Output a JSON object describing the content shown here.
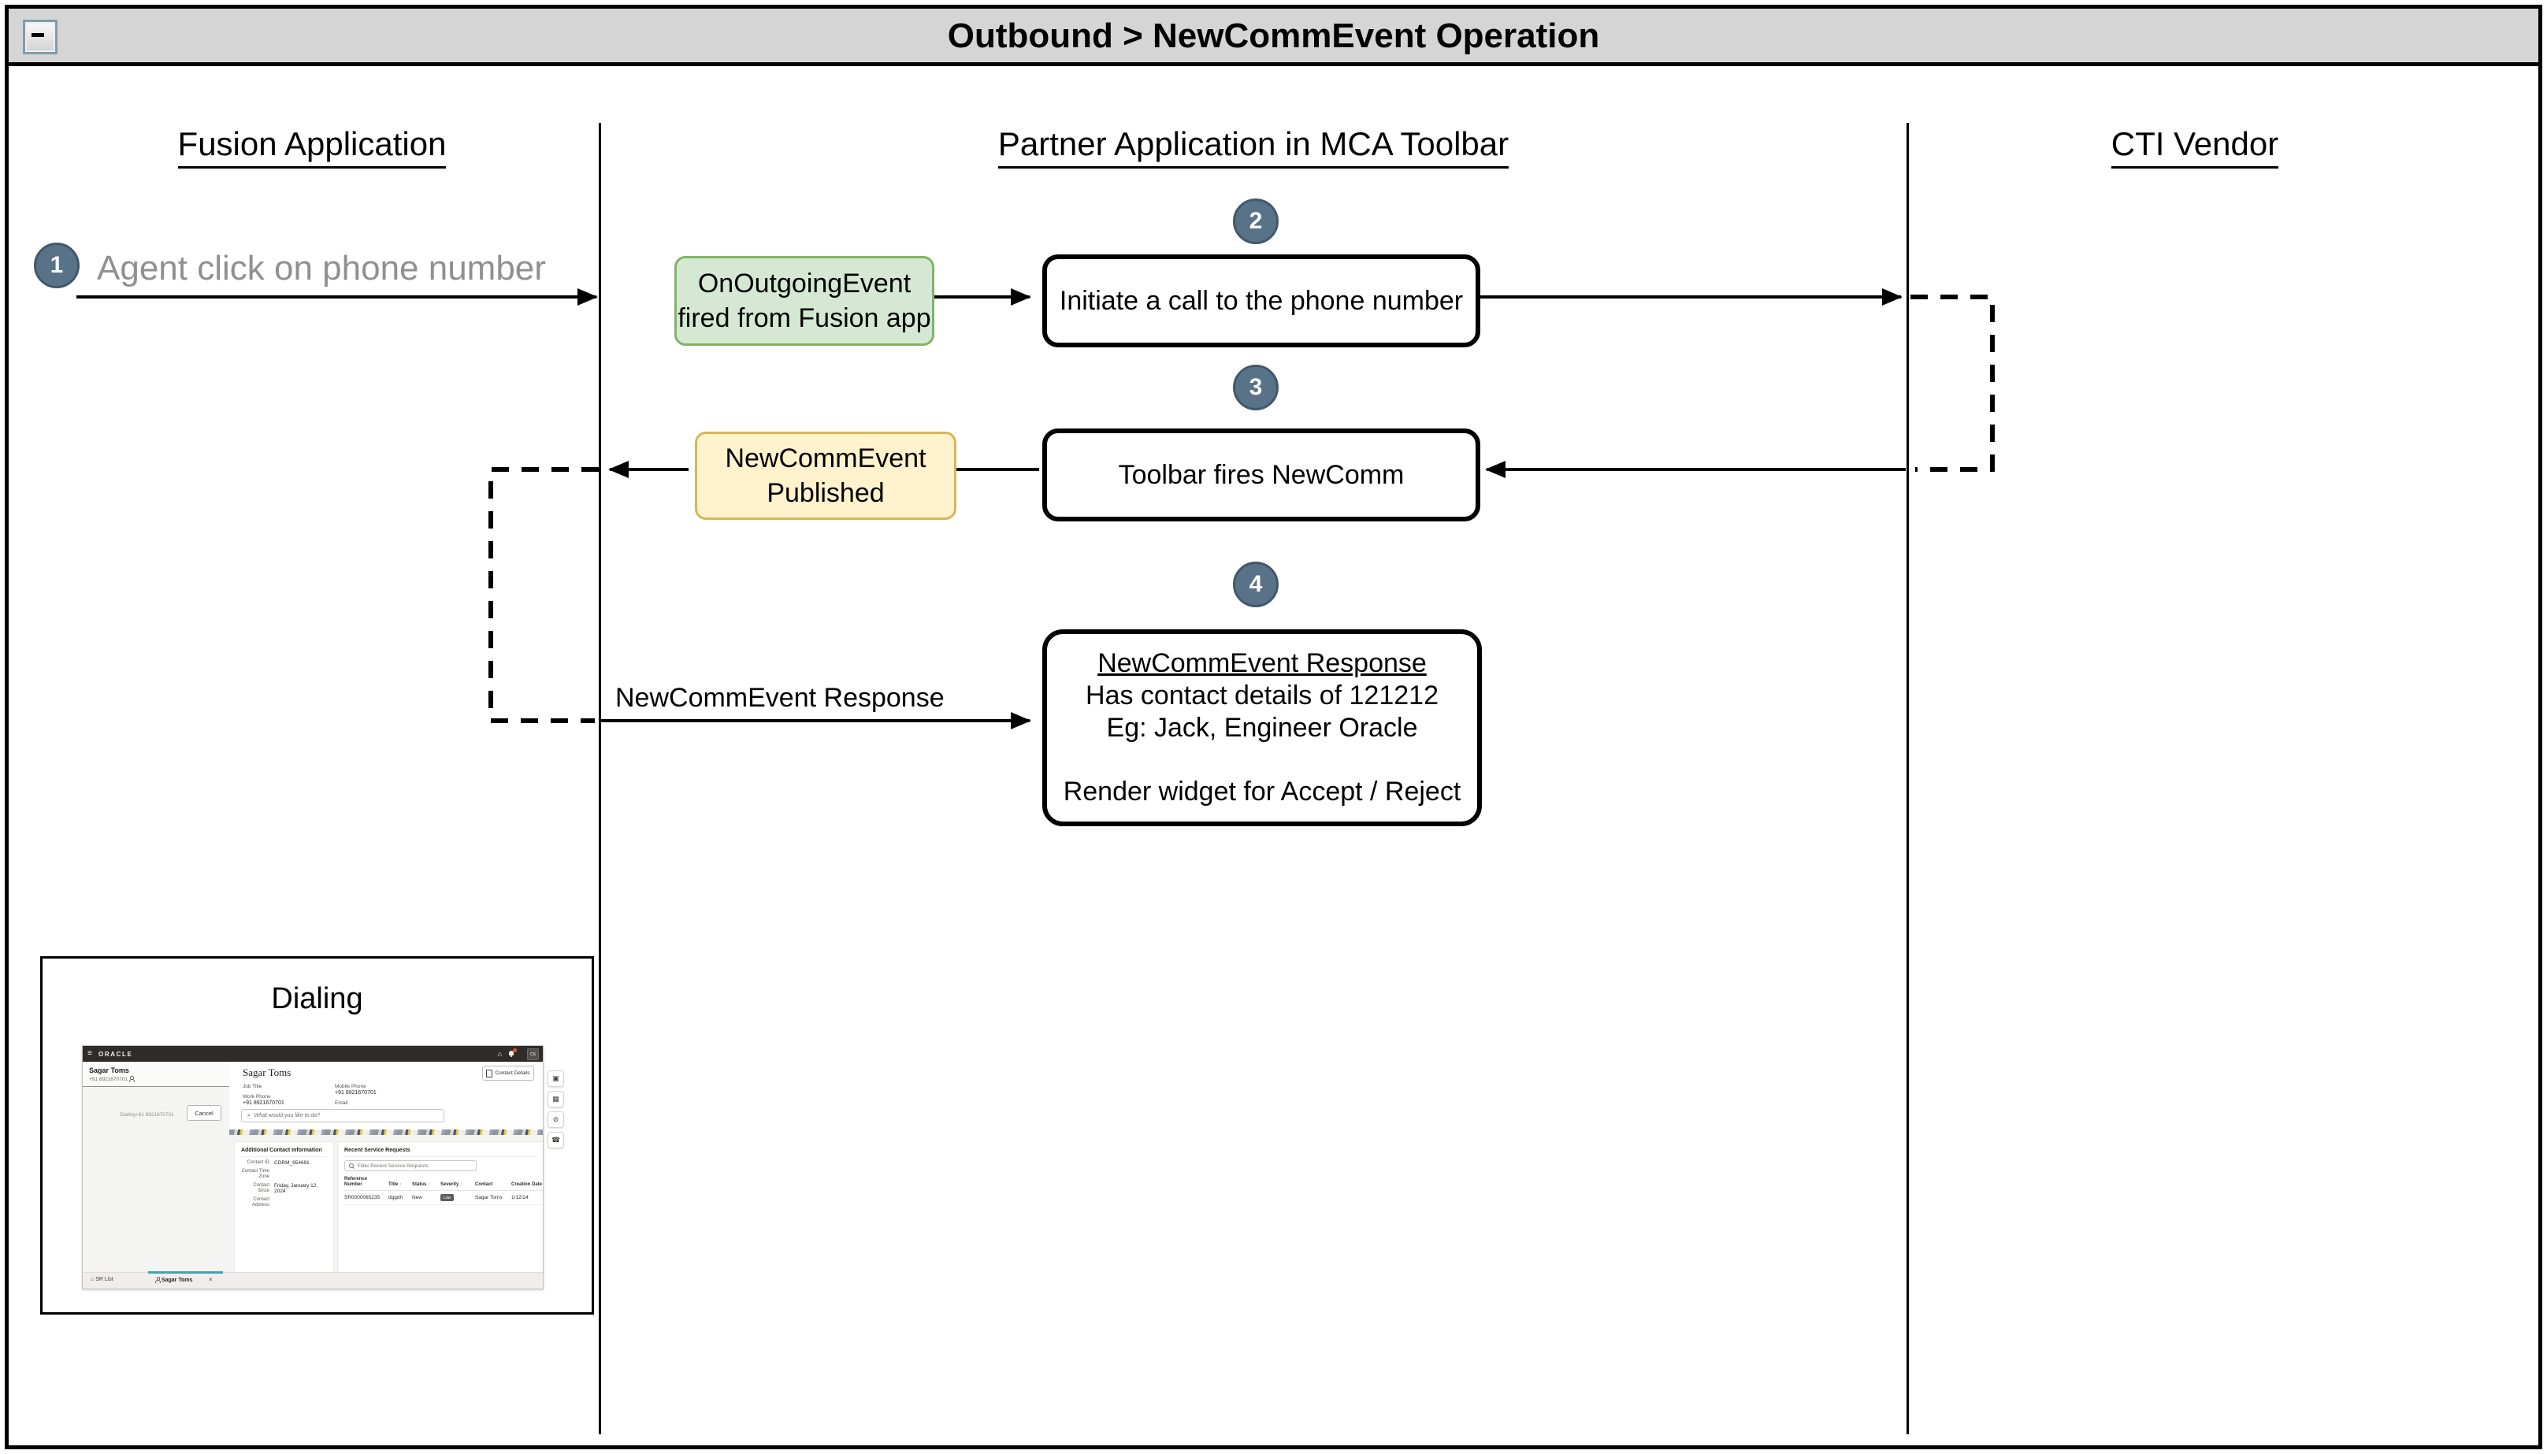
{
  "diagram": {
    "title": "Outbound > NewCommEvent Operation",
    "lanes": [
      "Fusion Application",
      "Partner Application in MCA Toolbar",
      "CTI Vendor"
    ],
    "steps": [
      "1",
      "2",
      "3",
      "4"
    ],
    "step1_text": "Agent click on phone number",
    "green_box": {
      "line1": "OnOutgoingEvent",
      "line2": "fired from Fusion app"
    },
    "box_initiate": "Initiate a call to the phone number",
    "box_toolbar": "Toolbar fires NewComm",
    "yellow_box": {
      "line1": "NewCommEvent",
      "line2": "Published"
    },
    "response_label": "NewCommEvent Response",
    "response_box": {
      "title": "NewCommEvent Response",
      "line1": "Has contact details of 121212",
      "line2": "Eg: Jack, Engineer Oracle",
      "line3": "Render widget for Accept / Reject"
    }
  },
  "colors": {
    "titlebar_bg": "#d5d5d5",
    "green_fill": "#d5e8d4",
    "green_border": "#82b366",
    "yellow_fill": "#fff2cc",
    "yellow_border": "#d6b656",
    "circle_fill": "#587288",
    "link_teal": "#3f7f91",
    "accent_teal": "#45a1b4",
    "notification_orange": "#e85c12",
    "badge_bg": "#5d5d5b"
  },
  "icons": {
    "collapse": "−",
    "hamburger": "≡",
    "home": "⌂",
    "close": "×",
    "sort": "↕",
    "assistant_chevron": ">",
    "contact_card": "▣",
    "grid": "▦",
    "block": "⊘",
    "phone": "☎"
  },
  "screenshot": {
    "caption": "Dialing",
    "topbar": {
      "brand": "ORACLE",
      "avatar": "CS"
    },
    "left_panel": {
      "name": "Sagar Toms",
      "phone": "+91 8921670701",
      "dialing_text": "Dialing+91 8921670701",
      "cancel_label": "Cancel"
    },
    "main": {
      "contact_name": "Sagar Toms",
      "contact_details_label": "Contact Details",
      "fields": {
        "job_title_label": "Job Title",
        "work_phone_label": "Work Phone",
        "work_phone": "+91 8921670701",
        "mobile_phone_label": "Mobile Phone",
        "mobile_phone": "+91 8921670701",
        "email_label": "Email"
      },
      "assistant_placeholder": "What would you like to do?",
      "additional_info": {
        "title": "Additional Contact Information",
        "rows": [
          {
            "label": "Contact ID",
            "value": "CDRM_954691"
          },
          {
            "label": "Contact Time Zone",
            "value": ""
          },
          {
            "label": "Contact Since",
            "value": "Friday, January 12, 2024"
          },
          {
            "label": "Contact Address",
            "value": ""
          }
        ]
      },
      "service_requests": {
        "title": "Recent Service Requests",
        "filter_placeholder": "Filter Recent Service Requests",
        "headers": [
          "Reference Number",
          "Title",
          "Status",
          "Severity",
          "Contact",
          "Creation Date"
        ],
        "row": {
          "reference": "SR0000065235",
          "title": "dggdh",
          "status": "New",
          "severity": "Low",
          "contact": "Sagar Toms",
          "creation_date": "1/12/24"
        }
      }
    },
    "bottom_bar": {
      "sr_list_label": "SR List",
      "tab_label": "Sagar Toms"
    }
  }
}
